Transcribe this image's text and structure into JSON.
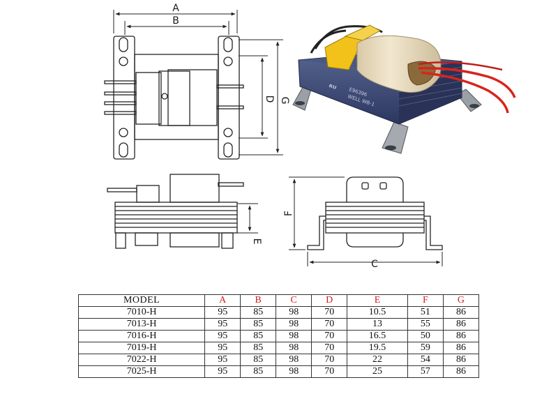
{
  "dimension_labels": {
    "A": "A",
    "B": "B",
    "C": "C",
    "D": "D",
    "E": "E",
    "F": "F",
    "G": "G"
  },
  "photo": {
    "markings": [
      "E96396",
      "WELL WB-1"
    ]
  },
  "spec_table": {
    "headers": [
      "MODEL",
      "A",
      "B",
      "C",
      "D",
      "E",
      "F",
      "G"
    ],
    "rows": [
      [
        "7010-H",
        "95",
        "85",
        "98",
        "70",
        "10.5",
        "51",
        "86"
      ],
      [
        "7013-H",
        "95",
        "85",
        "98",
        "70",
        "13",
        "55",
        "86"
      ],
      [
        "7016-H",
        "95",
        "85",
        "98",
        "70",
        "16.5",
        "50",
        "86"
      ],
      [
        "7019-H",
        "95",
        "85",
        "98",
        "70",
        "19.5",
        "59",
        "86"
      ],
      [
        "7022-H",
        "95",
        "85",
        "98",
        "70",
        "22",
        "54",
        "86"
      ],
      [
        "7025-H",
        "95",
        "85",
        "98",
        "70",
        "25",
        "57",
        "86"
      ]
    ]
  },
  "colors": {
    "header_red": "#d11a1a",
    "line": "#222222",
    "core_blue": "#3b4a78",
    "coil_cream": "#e9dcc0",
    "wire_red": "#d8241c",
    "bracket_yellow": "#f2c21a"
  }
}
